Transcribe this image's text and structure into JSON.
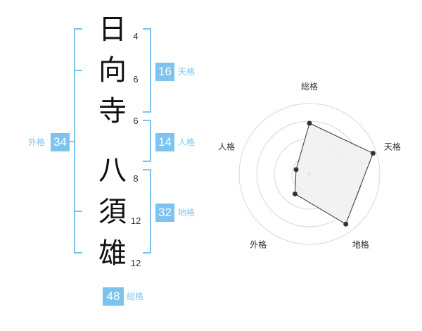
{
  "name": {
    "chars": [
      {
        "char": "日",
        "strokes": "4"
      },
      {
        "char": "向",
        "strokes": "6"
      },
      {
        "char": "寺",
        "strokes": "6"
      },
      {
        "char": "八",
        "strokes": "8"
      },
      {
        "char": "須",
        "strokes": "12"
      },
      {
        "char": "雄",
        "strokes": "12"
      }
    ]
  },
  "fortune": {
    "tenkaku": {
      "value": "16",
      "label": "天格"
    },
    "jinkaku": {
      "value": "14",
      "label": "人格"
    },
    "chikaku": {
      "value": "32",
      "label": "地格"
    },
    "gaikaku": {
      "value": "34",
      "label": "外格"
    },
    "soukaku": {
      "value": "48",
      "label": "総格"
    }
  },
  "colors": {
    "accent": "#7cc3ee",
    "radar_fill": "#f0f0f0",
    "radar_line": "#333333",
    "grid": "#d8d8d8"
  },
  "chart_data": {
    "type": "radar",
    "axes": [
      "総格",
      "天格",
      "地格",
      "外格",
      "人格"
    ],
    "values": [
      0.72,
      0.95,
      0.88,
      0.35,
      0.2
    ],
    "range": [
      0,
      1
    ],
    "rings": 4
  }
}
